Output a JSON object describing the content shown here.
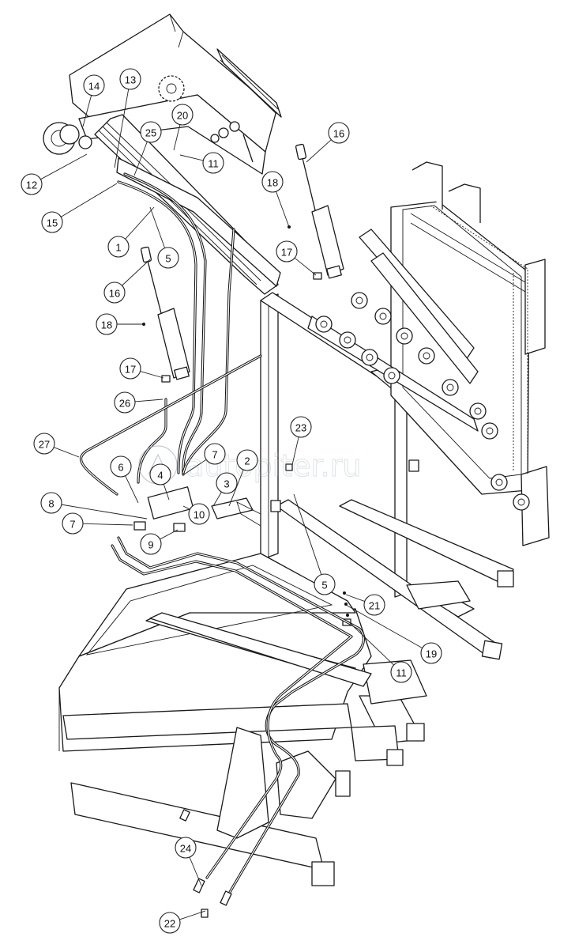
{
  "watermark": {
    "text": "autopiter.ru"
  },
  "callouts": [
    {
      "label": "1"
    },
    {
      "label": "2"
    },
    {
      "label": "3"
    },
    {
      "label": "4"
    },
    {
      "label": "5"
    },
    {
      "label": "5"
    },
    {
      "label": "6"
    },
    {
      "label": "7"
    },
    {
      "label": "7"
    },
    {
      "label": "8"
    },
    {
      "label": "9"
    },
    {
      "label": "10"
    },
    {
      "label": "11"
    },
    {
      "label": "11"
    },
    {
      "label": "12"
    },
    {
      "label": "13"
    },
    {
      "label": "14"
    },
    {
      "label": "15"
    },
    {
      "label": "16"
    },
    {
      "label": "16"
    },
    {
      "label": "17"
    },
    {
      "label": "17"
    },
    {
      "label": "18"
    },
    {
      "label": "18"
    },
    {
      "label": "19"
    },
    {
      "label": "20"
    },
    {
      "label": "21"
    },
    {
      "label": "22"
    },
    {
      "label": "23"
    },
    {
      "label": "24"
    },
    {
      "label": "25"
    },
    {
      "label": "26"
    },
    {
      "label": "27"
    }
  ]
}
